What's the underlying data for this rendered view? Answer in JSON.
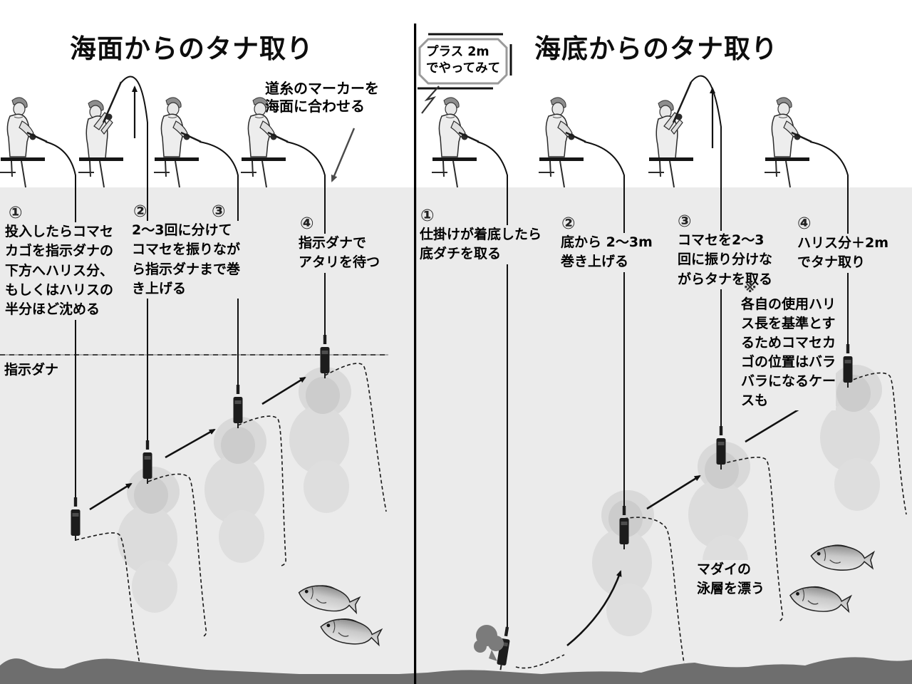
{
  "left_panel": {
    "title": "海面からのタナ取り",
    "marker_note": "道糸のマーカーを\n海面に合わせる",
    "tana_label": "指示ダナ",
    "steps": [
      {
        "num": "①",
        "text": "投入したらコマセ\nカゴを指示ダナの\n下方へハリス分、\nもしくはハリスの\n半分ほど沈める"
      },
      {
        "num": "②",
        "text": "2〜3回に分けて\nコマセを振りなが\nら指示ダナまで巻\nき上げる"
      },
      {
        "num": "③",
        "text": ""
      },
      {
        "num": "④",
        "text": "指示ダナで\nアタリを待つ"
      }
    ]
  },
  "right_panel": {
    "title": "海底からのタナ取り",
    "callout": "プラス 2m\nでやってみて",
    "steps": [
      {
        "num": "①",
        "text": "仕掛けが着底したら\n底ダチを取る"
      },
      {
        "num": "②",
        "text": "底から 2〜3m\n巻き上げる"
      },
      {
        "num": "③",
        "text": "コマセを2〜3\n回に振り分けな\nがらタナを取る"
      },
      {
        "num": "④",
        "text": "ハリス分＋2m\nでタナ取り"
      }
    ],
    "note_mark": "※",
    "note": "各自の使用ハリ\nス長を基準とす\nるためコマセカ\nゴの位置はバラ\nバラになるケー\nスも",
    "fish_label": "マダイの\n泳層を漂う"
  },
  "colors": {
    "water": "#ebebeb",
    "seabed": "#6e6e6e",
    "chum_cloud": "#d9d9d9",
    "line": "#111111"
  }
}
